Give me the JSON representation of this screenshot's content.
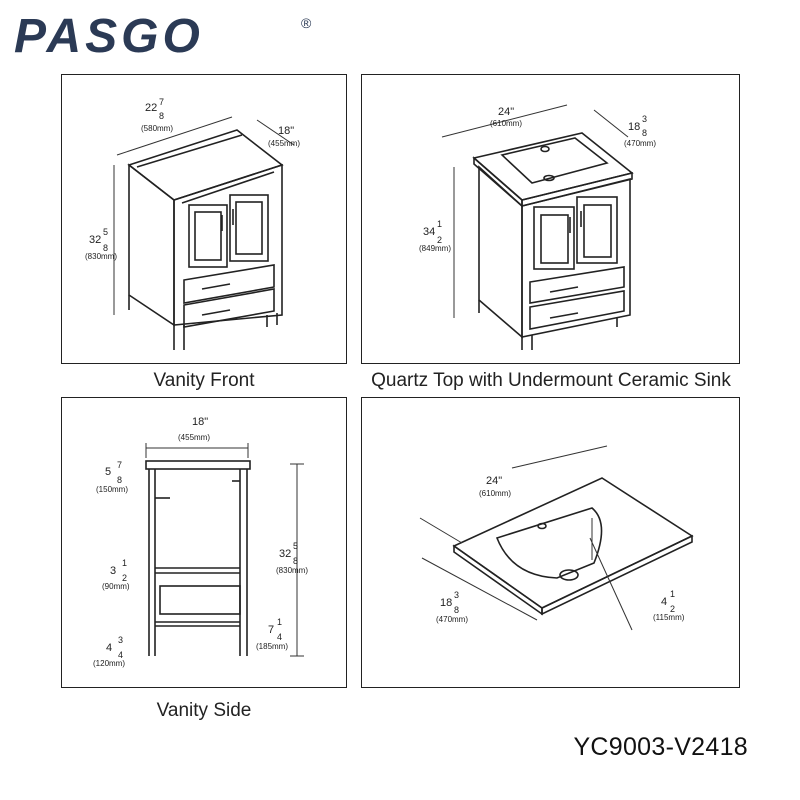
{
  "brand": {
    "logo_text": "PASGO",
    "registered": "®",
    "color": "#2b3a55"
  },
  "panels": {
    "front": {
      "caption": "Vanity Front",
      "width_whole": "22",
      "width_frac_num": "7",
      "width_frac_den": "8",
      "width_mm": "(580mm)",
      "depth_whole": "18\"",
      "depth_mm": "(455mm)",
      "height_whole": "32",
      "height_frac_num": "5",
      "height_frac_den": "8",
      "height_mm": "(830mm)"
    },
    "top": {
      "caption": "Quartz Top with Undermount Ceramic Sink",
      "width_whole": "24\"",
      "width_mm": "(610mm)",
      "depth_whole": "18",
      "depth_frac_num": "3",
      "depth_frac_den": "8",
      "depth_mm": "(470mm)",
      "height_whole": "34",
      "height_frac_num": "1",
      "height_frac_den": "2",
      "height_mm": "(849mm)"
    },
    "side": {
      "caption": "Vanity Side",
      "depth_whole": "18\"",
      "depth_mm": "(455mm)",
      "d1_whole": "5",
      "d1_num": "7",
      "d1_den": "8",
      "d1_mm": "(150mm)",
      "d2_whole": "3",
      "d2_num": "1",
      "d2_den": "2",
      "d2_mm": "(90mm)",
      "d3_whole": "4",
      "d3_num": "3",
      "d3_den": "4",
      "d3_mm": "(120mm)",
      "d4_whole": "32",
      "d4_num": "5",
      "d4_den": "8",
      "d4_mm": "(830mm)",
      "d5_whole": "7",
      "d5_num": "1",
      "d5_den": "4",
      "d5_mm": "(185mm)"
    },
    "sink": {
      "width_whole": "24\"",
      "width_mm": "(610mm)",
      "depth_whole": "18",
      "depth_num": "3",
      "depth_den": "8",
      "depth_mm": "(470mm)",
      "bowl_whole": "4",
      "bowl_num": "1",
      "bowl_den": "2",
      "bowl_mm": "(115mm)"
    }
  },
  "model_number": "YC9003-V2418"
}
